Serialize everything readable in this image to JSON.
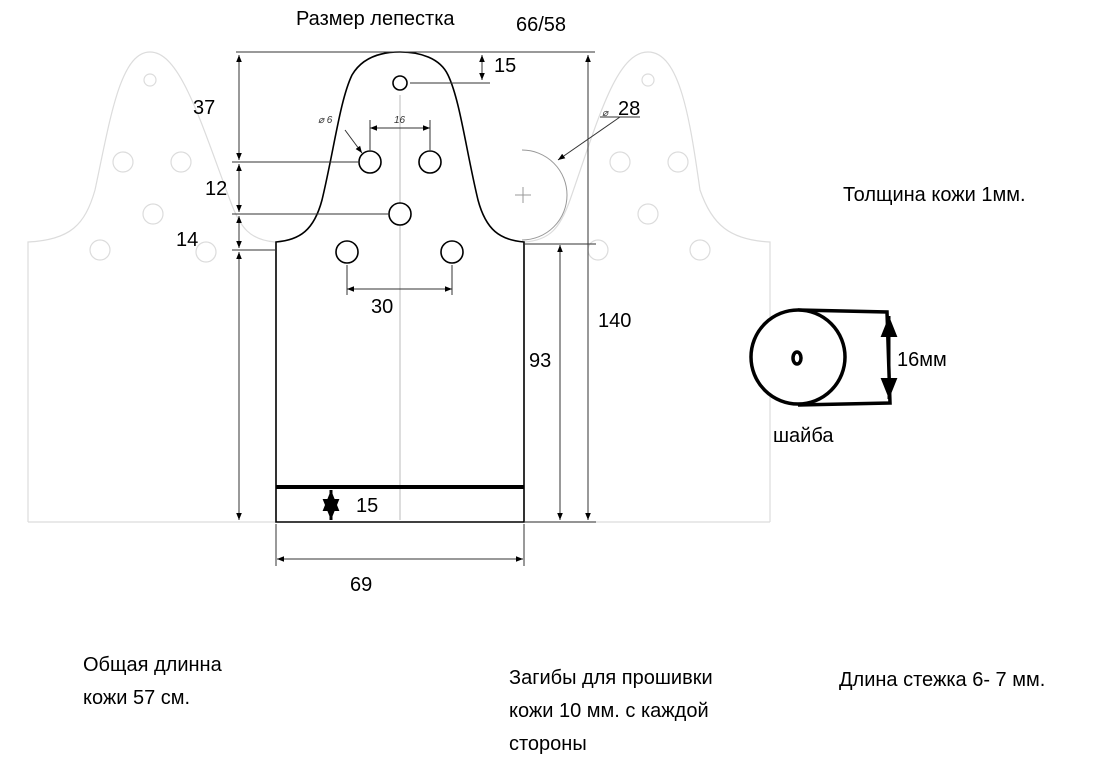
{
  "title": "Размер лепестка",
  "size_ratio": "66/58",
  "dimensions": {
    "top_hole_offset": "15",
    "upper_height": "37",
    "small_hole_dia": "⌀ 6",
    "hole_spacing_small": "16",
    "side_radius": "28",
    "side_radius_prefix": "⌀",
    "gap_12": "12",
    "gap_14": "14",
    "wide_hole_spacing": "30",
    "lower_height": "93",
    "total_height": "140",
    "fold_height": "15",
    "width": "69"
  },
  "washer": {
    "height_label": "16мм",
    "name": "шайба"
  },
  "notes": {
    "thickness": "Толщина кожи 1мм.",
    "total_length": "Общая длинна кожи  57 см.",
    "folds": "Загибы для прошивки кожи 10 мм. с каждой стороны",
    "stitch": "Длина стежка 6- 7 мм."
  },
  "colors": {
    "line": "#000000",
    "ghost": "#dcdcdc",
    "dim": "#555555"
  }
}
